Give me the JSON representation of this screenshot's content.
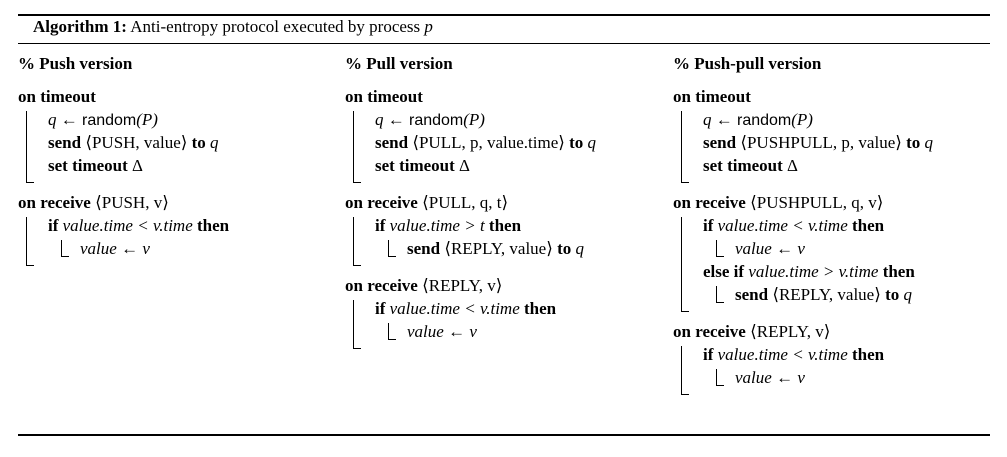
{
  "title": {
    "label": "Algorithm 1:",
    "text": "Anti-entropy protocol executed by process",
    "var": "p"
  },
  "keywords": {
    "on_timeout": "on timeout",
    "on_receive": "on receive",
    "send": "send",
    "to": "to",
    "set_timeout": "set timeout",
    "if": "if",
    "then": "then",
    "else_if": "else if",
    "random": "random"
  },
  "columns": {
    "push": {
      "header": "% Push version",
      "timeout_q": "q ← ",
      "timeout_random_arg": "(P)",
      "timeout_send_msg": "⟨PUSH, value⟩",
      "timeout_send_to": "q",
      "timeout_delta": "Δ",
      "recv1_msg": "⟨PUSH, v⟩",
      "recv1_cond": "value.time < v.time",
      "recv1_action": "value ← v"
    },
    "pull": {
      "header": "% Pull version",
      "timeout_q": "q ← ",
      "timeout_random_arg": "(P)",
      "timeout_send_msg": "⟨PULL, p, value.time⟩",
      "timeout_send_to": "q",
      "timeout_delta": "Δ",
      "recv1_msg": "⟨PULL, q, t⟩",
      "recv1_cond": "value.time > t",
      "recv1_send_msg": "⟨REPLY, value⟩",
      "recv1_send_to": "q",
      "recv2_msg": "⟨REPLY, v⟩",
      "recv2_cond": "value.time < v.time",
      "recv2_action": "value ← v"
    },
    "pushpull": {
      "header": "% Push-pull version",
      "timeout_q": "q ← ",
      "timeout_random_arg": "(P)",
      "timeout_send_msg": "⟨PUSHPULL, p, value⟩",
      "timeout_send_to": "q",
      "timeout_delta": "Δ",
      "recv1_msg": "⟨PUSHPULL, q, v⟩",
      "recv1_cond": "value.time < v.time",
      "recv1_action": "value ← v",
      "recv1_elif_cond": "value.time > v.time",
      "recv1_send_msg": "⟨REPLY, value⟩",
      "recv1_send_to": "q",
      "recv2_msg": "⟨REPLY, v⟩",
      "recv2_cond": "value.time < v.time",
      "recv2_action": "value ← v"
    }
  }
}
